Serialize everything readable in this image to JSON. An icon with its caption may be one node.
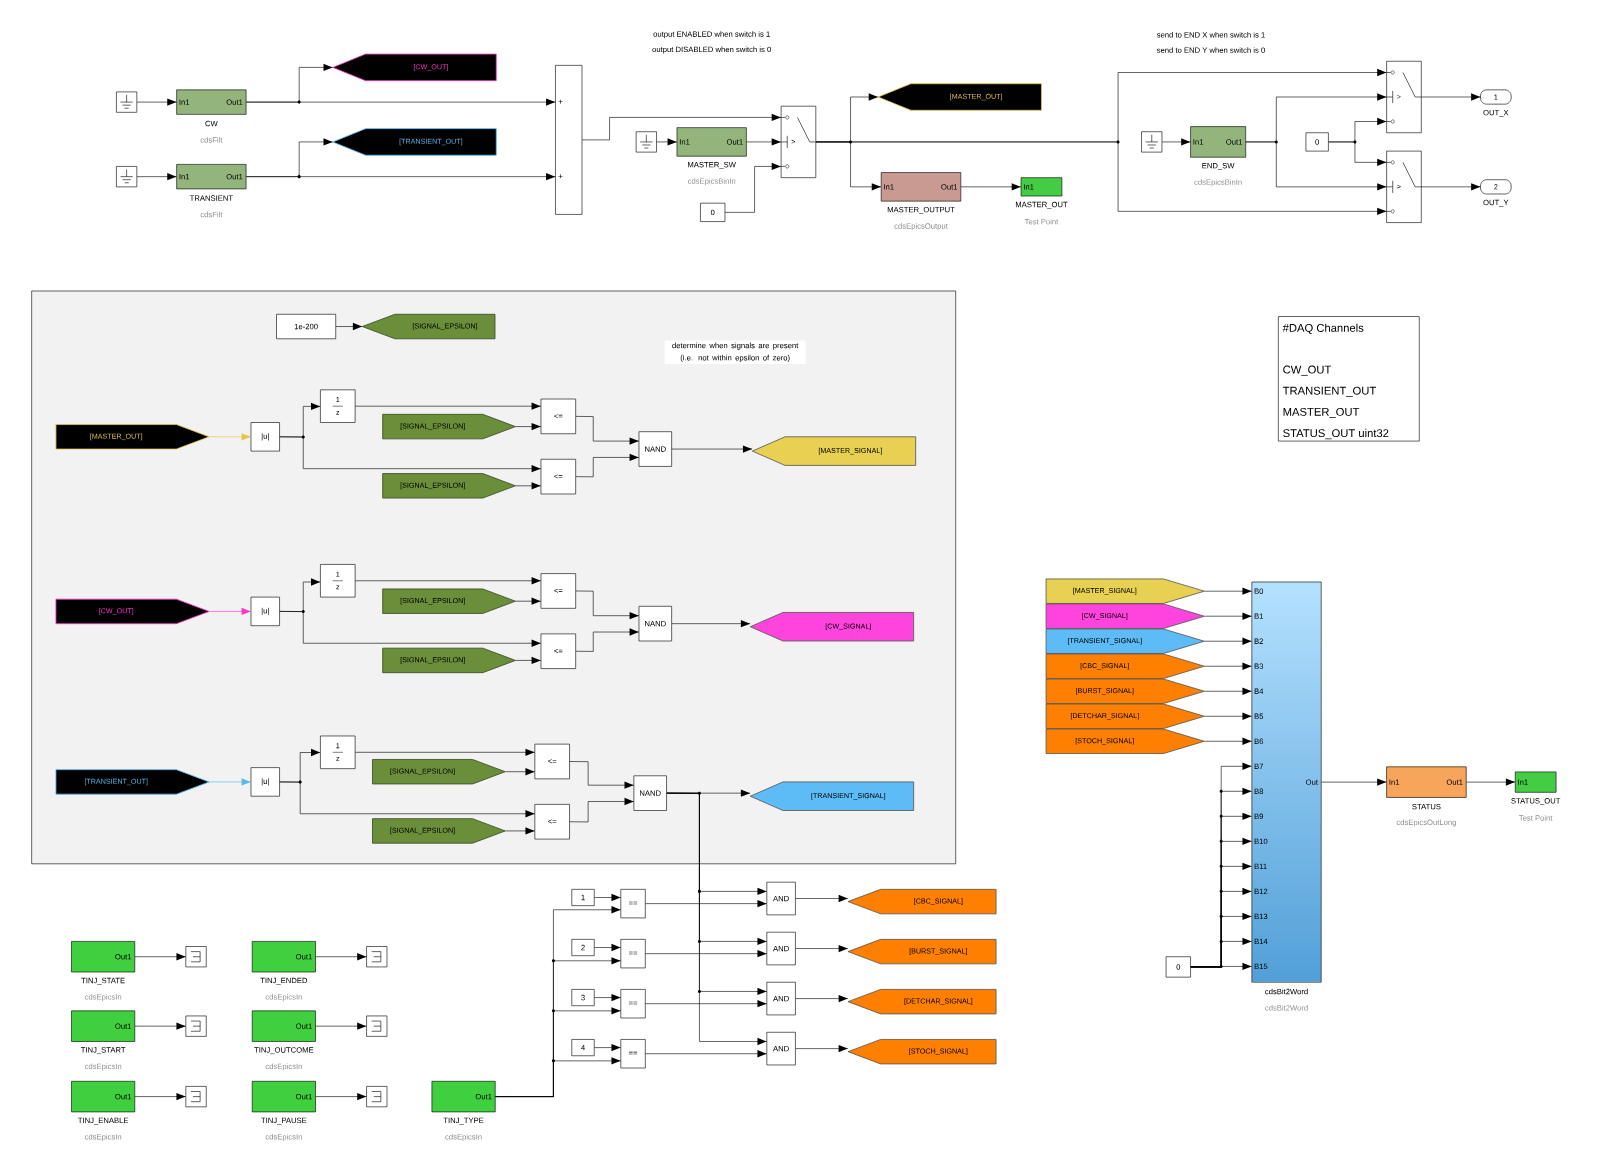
{
  "diagram": {
    "nodes": [
      {
        "text": [],
        "shape": "ground"
      },
      {
        "text": [
          "In1",
          "Out1"
        ],
        "beside": [
          "CW",
          "cdsFilt"
        ]
      },
      {
        "text": [],
        "shape": "ground"
      },
      {
        "text": [
          "In1",
          "Out1"
        ],
        "beside": [
          "TRANSIENT",
          "cdsFilt"
        ]
      },
      {
        "text": [
          "[CW_OUT]"
        ]
      },
      {
        "text": [
          "[TRANSIENT_OUT]"
        ]
      },
      {
        "text": [
          "+",
          "+"
        ]
      },
      {
        "text": [],
        "shape": "ground"
      },
      {
        "text": [
          "In1",
          "Out1"
        ],
        "beside": [
          "MASTER_SW",
          "cdsEpicsBinIn"
        ]
      },
      {
        "text": [
          "0"
        ]
      },
      {
        "text": [
          ">"
        ]
      },
      {
        "text": [
          "[MASTER_OUT]"
        ]
      },
      {
        "text": [
          "In1",
          "Out1"
        ],
        "beside": [
          "MASTER_OUTPUT",
          "cdsEpicsOutput"
        ]
      },
      {
        "text": [
          "In1"
        ],
        "beside": [
          "MASTER_OUT",
          "Test Point"
        ]
      },
      {
        "text": [],
        "shape": "ground"
      },
      {
        "text": [
          "In1",
          "Out1"
        ],
        "beside": [
          "END_SW",
          "cdsEpicsBinIn"
        ]
      },
      {
        "text": [
          "0"
        ]
      },
      {
        "text": [
          ">"
        ]
      },
      {
        "text": [
          ">"
        ]
      },
      {
        "text": [
          "1"
        ],
        "beside": [
          "OUT_X"
        ]
      },
      {
        "text": [
          "2"
        ],
        "beside": [
          "OUT_Y"
        ]
      },
      {
        "text": [],
        "shape": "area"
      },
      {
        "text": [
          "1e-200"
        ],
        "in": 21
      },
      {
        "text": [
          "[SIGNAL_EPSILON]"
        ],
        "in": 21
      },
      {
        "text": [
          "[MASTER_OUT]"
        ],
        "in": 21
      },
      {
        "text": [
          "|u|"
        ],
        "in": 21
      },
      {
        "text": [
          "1",
          "z"
        ],
        "in": 21
      },
      {
        "text": [
          "[SIGNAL_EPSILON]"
        ],
        "in": 21
      },
      {
        "text": [
          "<="
        ],
        "in": 21
      },
      {
        "text": [
          "[SIGNAL_EPSILON]"
        ],
        "in": 21
      },
      {
        "text": [
          "<="
        ],
        "in": 21
      },
      {
        "text": [
          "NAND"
        ],
        "in": 21
      },
      {
        "text": [
          "[MASTER_SIGNAL]"
        ],
        "in": 21
      },
      {
        "text": [
          "[CW_OUT]"
        ],
        "in": 21
      },
      {
        "text": [
          "|u|"
        ],
        "in": 21
      },
      {
        "text": [
          "1",
          "z"
        ],
        "in": 21
      },
      {
        "text": [
          "[SIGNAL_EPSILON]"
        ],
        "in": 21
      },
      {
        "text": [
          "<="
        ],
        "in": 21
      },
      {
        "text": [
          "[SIGNAL_EPSILON]"
        ],
        "in": 21
      },
      {
        "text": [
          "<="
        ],
        "in": 21
      },
      {
        "text": [
          "NAND"
        ],
        "in": 21
      },
      {
        "text": [
          "[CW_SIGNAL]"
        ],
        "in": 21
      },
      {
        "text": [
          "[TRANSIENT_OUT]"
        ],
        "in": 21
      },
      {
        "text": [
          "|u|"
        ],
        "in": 21
      },
      {
        "text": [
          "1",
          "z"
        ],
        "in": 21
      },
      {
        "text": [
          "[SIGNAL_EPSILON]"
        ],
        "in": 21
      },
      {
        "text": [
          "<="
        ],
        "in": 21
      },
      {
        "text": [
          "[SIGNAL_EPSILON]"
        ],
        "in": 21
      },
      {
        "text": [
          "<="
        ],
        "in": 21
      },
      {
        "text": [
          "NAND"
        ],
        "in": 21
      },
      {
        "text": [
          "[TRANSIENT_SIGNAL]"
        ],
        "in": 21
      },
      {
        "text": [
          "Out1"
        ],
        "beside": [
          "TINJ_STATE",
          "cdsEpicsIn"
        ]
      },
      {
        "text": [],
        "shape": "terminator"
      },
      {
        "text": [
          "Out1"
        ],
        "beside": [
          "TINJ_ENDED",
          "cdsEpicsIn"
        ]
      },
      {
        "text": [],
        "shape": "terminator"
      },
      {
        "text": [
          "Out1"
        ],
        "beside": [
          "TINJ_START",
          "cdsEpicsIn"
        ]
      },
      {
        "text": [],
        "shape": "terminator"
      },
      {
        "text": [
          "Out1"
        ],
        "beside": [
          "TINJ_OUTCOME",
          "cdsEpicsIn"
        ]
      },
      {
        "text": [],
        "shape": "terminator"
      },
      {
        "text": [
          "Out1"
        ],
        "beside": [
          "TINJ_ENABLE",
          "cdsEpicsIn"
        ]
      },
      {
        "text": [],
        "shape": "terminator"
      },
      {
        "text": [
          "Out1"
        ],
        "beside": [
          "TINJ_PAUSE",
          "cdsEpicsIn"
        ]
      },
      {
        "text": [],
        "shape": "terminator"
      },
      {
        "text": [
          "Out1"
        ],
        "beside": [
          "TINJ_TYPE",
          "cdsEpicsIn"
        ]
      },
      {
        "text": [
          "1"
        ]
      },
      {
        "text": [
          "=="
        ]
      },
      {
        "text": [
          "2"
        ]
      },
      {
        "text": [
          "=="
        ]
      },
      {
        "text": [
          "3"
        ]
      },
      {
        "text": [
          "=="
        ]
      },
      {
        "text": [
          "4"
        ]
      },
      {
        "text": [
          "=="
        ]
      },
      {
        "text": [
          "AND"
        ]
      },
      {
        "text": [
          "AND"
        ]
      },
      {
        "text": [
          "AND"
        ]
      },
      {
        "text": [
          "AND"
        ]
      },
      {
        "text": [
          "[CBC_SIGNAL]"
        ]
      },
      {
        "text": [
          "[BURST_SIGNAL]"
        ]
      },
      {
        "text": [
          "[DETCHAR_SIGNAL]"
        ]
      },
      {
        "text": [
          "[STOCH_SIGNAL]"
        ]
      },
      {
        "text": [
          "#DAQ Channels",
          "CW_OUT",
          "TRANSIENT_OUT",
          "MASTER_OUT",
          "STATUS_OUT uint32"
        ]
      },
      {
        "text": [
          "[MASTER_SIGNAL]"
        ]
      },
      {
        "text": [
          "[CW_SIGNAL]"
        ]
      },
      {
        "text": [
          "[TRANSIENT_SIGNAL]"
        ]
      },
      {
        "text": [
          "[CBC_SIGNAL]"
        ]
      },
      {
        "text": [
          "[BURST_SIGNAL]"
        ]
      },
      {
        "text": [
          "[DETCHAR_SIGNAL]"
        ]
      },
      {
        "text": [
          "[STOCH_SIGNAL]"
        ]
      },
      {
        "text": [
          "B0",
          "B1",
          "B2",
          "B3",
          "B4",
          "B5",
          "B6",
          "B7",
          "B8",
          "B9",
          "B10",
          "B11",
          "B12",
          "B13",
          "B14",
          "B15",
          "Out"
        ],
        "beside": [
          "cdsBit2Word",
          "cdsBit2Word"
        ]
      },
      {
        "text": [
          "0"
        ]
      },
      {
        "text": [
          "In1",
          "Out1"
        ],
        "beside": [
          "STATUS",
          "cdsEpicsOutLong"
        ]
      },
      {
        "text": [
          "In1"
        ],
        "beside": [
          "STATUS_OUT",
          "Test Point"
        ]
      }
    ],
    "edges": [
      {
        "from": 0,
        "to": 1,
        "arrow": "to"
      },
      {
        "from": 1,
        "to": 4,
        "arrow": "to"
      },
      {
        "from": 1,
        "to": 6,
        "arrow": "to"
      },
      {
        "from": 2,
        "to": 3,
        "arrow": "to"
      },
      {
        "from": 3,
        "to": 5,
        "arrow": "to"
      },
      {
        "from": 3,
        "to": 6,
        "arrow": "to"
      },
      {
        "from": 6,
        "to": 10,
        "arrow": "to"
      },
      {
        "from": 7,
        "to": 8,
        "arrow": "to"
      },
      {
        "from": 8,
        "to": 10,
        "arrow": "to"
      },
      {
        "from": 9,
        "to": 10,
        "arrow": "to"
      },
      {
        "from": 10,
        "to": 11,
        "arrow": "to"
      },
      {
        "from": 10,
        "to": 12,
        "arrow": "to"
      },
      {
        "from": 12,
        "to": 13,
        "arrow": "to"
      },
      {
        "from": 10,
        "to": 17,
        "arrow": "to"
      },
      {
        "from": 10,
        "to": 18,
        "arrow": "to"
      },
      {
        "from": 14,
        "to": 15,
        "arrow": "to"
      },
      {
        "from": 15,
        "to": 17,
        "arrow": "to"
      },
      {
        "from": 15,
        "to": 18,
        "arrow": "to"
      },
      {
        "from": 16,
        "to": 17,
        "arrow": "to"
      },
      {
        "from": 16,
        "to": 18,
        "arrow": "to"
      },
      {
        "from": 17,
        "to": 19,
        "arrow": "to"
      },
      {
        "from": 18,
        "to": 20,
        "arrow": "to"
      },
      {
        "from": 22,
        "to": 23,
        "arrow": "to"
      },
      {
        "from": 24,
        "to": 25,
        "arrow": "to",
        "color": "#e5c44a"
      },
      {
        "from": 25,
        "to": 26,
        "arrow": "to"
      },
      {
        "from": 25,
        "to": 30,
        "arrow": "to"
      },
      {
        "from": 26,
        "to": 28,
        "arrow": "to"
      },
      {
        "from": 27,
        "to": 28,
        "arrow": "to"
      },
      {
        "from": 29,
        "to": 30,
        "arrow": "to"
      },
      {
        "from": 28,
        "to": 31,
        "arrow": "to"
      },
      {
        "from": 30,
        "to": 31,
        "arrow": "to"
      },
      {
        "from": 31,
        "to": 32,
        "arrow": "to"
      },
      {
        "from": 33,
        "to": 34,
        "arrow": "to",
        "color": "#ff33cc"
      },
      {
        "from": 34,
        "to": 35,
        "arrow": "to"
      },
      {
        "from": 34,
        "to": 39,
        "arrow": "to"
      },
      {
        "from": 35,
        "to": 37,
        "arrow": "to"
      },
      {
        "from": 36,
        "to": 37,
        "arrow": "to"
      },
      {
        "from": 38,
        "to": 39,
        "arrow": "to"
      },
      {
        "from": 37,
        "to": 40,
        "arrow": "to"
      },
      {
        "from": 39,
        "to": 40,
        "arrow": "to"
      },
      {
        "from": 40,
        "to": 41,
        "arrow": "to"
      },
      {
        "from": 42,
        "to": 43,
        "arrow": "to",
        "color": "#55b8f0"
      },
      {
        "from": 43,
        "to": 44,
        "arrow": "to"
      },
      {
        "from": 43,
        "to": 48,
        "arrow": "to"
      },
      {
        "from": 44,
        "to": 46,
        "arrow": "to"
      },
      {
        "from": 45,
        "to": 46,
        "arrow": "to"
      },
      {
        "from": 47,
        "to": 48,
        "arrow": "to"
      },
      {
        "from": 46,
        "to": 49,
        "arrow": "to"
      },
      {
        "from": 48,
        "to": 49,
        "arrow": "to"
      },
      {
        "from": 49,
        "to": 50,
        "arrow": "to"
      },
      {
        "from": 49,
        "to": 72,
        "arrow": "to"
      },
      {
        "from": 49,
        "to": 73,
        "arrow": "to"
      },
      {
        "from": 49,
        "to": 74,
        "arrow": "to"
      },
      {
        "from": 49,
        "to": 75,
        "arrow": "to"
      },
      {
        "from": 51,
        "to": 52,
        "arrow": "to"
      },
      {
        "from": 53,
        "to": 54,
        "arrow": "to"
      },
      {
        "from": 55,
        "to": 56,
        "arrow": "to"
      },
      {
        "from": 57,
        "to": 58,
        "arrow": "to"
      },
      {
        "from": 59,
        "to": 60,
        "arrow": "to"
      },
      {
        "from": 61,
        "to": 62,
        "arrow": "to"
      },
      {
        "from": 63,
        "to": 65,
        "arrow": "to"
      },
      {
        "from": 63,
        "to": 67,
        "arrow": "to"
      },
      {
        "from": 63,
        "to": 69,
        "arrow": "to"
      },
      {
        "from": 63,
        "to": 71,
        "arrow": "to"
      },
      {
        "from": 64,
        "to": 65,
        "arrow": "to"
      },
      {
        "from": 66,
        "to": 67,
        "arrow": "to"
      },
      {
        "from": 68,
        "to": 69,
        "arrow": "to"
      },
      {
        "from": 70,
        "to": 71,
        "arrow": "to"
      },
      {
        "from": 65,
        "to": 72,
        "arrow": "to"
      },
      {
        "from": 67,
        "to": 73,
        "arrow": "to"
      },
      {
        "from": 69,
        "to": 74,
        "arrow": "to"
      },
      {
        "from": 71,
        "to": 75,
        "arrow": "to"
      },
      {
        "from": 72,
        "to": 76,
        "arrow": "to"
      },
      {
        "from": 73,
        "to": 77,
        "arrow": "to"
      },
      {
        "from": 74,
        "to": 78,
        "arrow": "to"
      },
      {
        "from": 75,
        "to": 79,
        "arrow": "to"
      },
      {
        "from": 81,
        "to": 88,
        "arrow": "to"
      },
      {
        "from": 82,
        "to": 88,
        "arrow": "to"
      },
      {
        "from": 83,
        "to": 88,
        "arrow": "to"
      },
      {
        "from": 84,
        "to": 88,
        "arrow": "to"
      },
      {
        "from": 85,
        "to": 88,
        "arrow": "to"
      },
      {
        "from": 86,
        "to": 88,
        "arrow": "to"
      },
      {
        "from": 87,
        "to": 88,
        "arrow": "to"
      },
      {
        "from": 89,
        "to": 88,
        "arrow": "to"
      },
      {
        "from": 89,
        "to": 88,
        "arrow": "to"
      },
      {
        "from": 89,
        "to": 88,
        "arrow": "to"
      },
      {
        "from": 89,
        "to": 88,
        "arrow": "to"
      },
      {
        "from": 89,
        "to": 88,
        "arrow": "to"
      },
      {
        "from": 89,
        "to": 88,
        "arrow": "to"
      },
      {
        "from": 89,
        "to": 88,
        "arrow": "to"
      },
      {
        "from": 89,
        "to": 88,
        "arrow": "to"
      },
      {
        "from": 89,
        "to": 88,
        "arrow": "to"
      },
      {
        "from": 88,
        "to": 90,
        "arrow": "to"
      },
      {
        "from": 90,
        "to": 91,
        "arrow": "to"
      }
    ],
    "labels": [
      "output ENABLED when switch is 1",
      "output DISABLED when switch is 0",
      "send to END X when switch is 1",
      "send to END Y when switch is 0",
      "determine when signals are present (i.e. not within epsilon of zero)"
    ]
  }
}
